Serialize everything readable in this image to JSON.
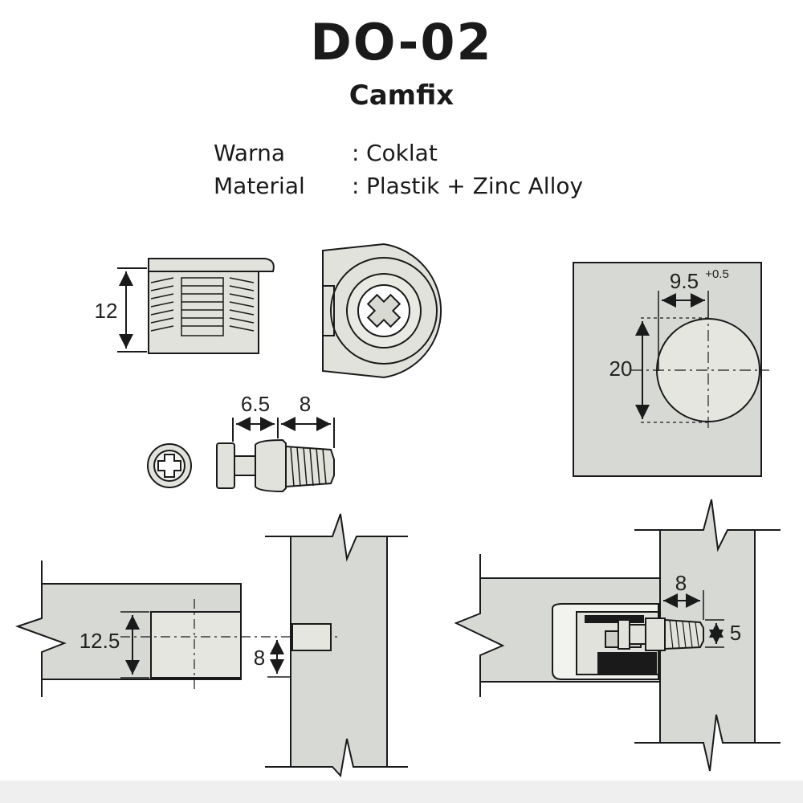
{
  "header": {
    "title": "DO-02",
    "subtitle": "Camfix"
  },
  "specs": [
    {
      "label": "Warna",
      "separator": ":",
      "value": "Coklat"
    },
    {
      "label": "Material",
      "separator": ":",
      "value": "Plastik + Zinc Alloy"
    }
  ],
  "dimensions": {
    "housing_height": "12",
    "bolt_head_length": "6.5",
    "bolt_thread_length": "8",
    "bore_width": "9.5",
    "bore_tolerance": "+0.5",
    "bore_diameter": "20",
    "edge_distance": "12.5",
    "pin_offset": "8",
    "bolt_protrusion": "8",
    "bolt_diameter": "5"
  },
  "colors": {
    "panel_fill": "#d6d9d4",
    "line": "#1a1a1a",
    "part_fill": "#e2e2dc",
    "background": "#ffffff"
  }
}
